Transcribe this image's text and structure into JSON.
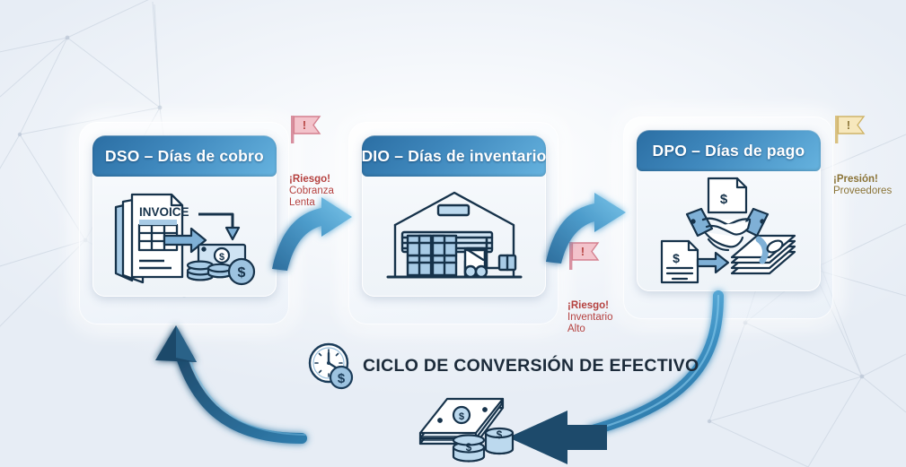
{
  "title": "Ciclo de Conversión de Efectivo",
  "cards": [
    {
      "id": "dso",
      "header": "DSO – Días de cobro",
      "icon": "invoice-to-cash-icon"
    },
    {
      "id": "dio",
      "header": "DIO – Días de inventario",
      "icon": "warehouse-forklift-icon"
    },
    {
      "id": "dpo",
      "header": "DPO – Días de pago",
      "icon": "handshake-payment-icon"
    }
  ],
  "flags": [
    {
      "id": "riesgo-cobranza",
      "icon": "warning-flag-icon",
      "color": "#e9b4bb",
      "title": "¡Riesgo!",
      "lines": "Cobranza\nLenta"
    },
    {
      "id": "riesgo-inventario",
      "icon": "warning-flag-icon",
      "color": "#e9b4bb",
      "title": "¡Riesgo!",
      "lines": "Inventario\nAlto"
    },
    {
      "id": "presion-proveedores",
      "icon": "warning-flag-icon",
      "color": "#f0dda6",
      "title": "¡Presión!",
      "lines": "Proveedores"
    }
  ],
  "caption": {
    "icon": "clock-money-icon",
    "text": "CICLO DE CONVERSIÓN DE EFECTIVO"
  },
  "flow": {
    "arrow_dso_to_dio": "curved-arrow-right",
    "arrow_dio_to_dpo": "curved-arrow-right",
    "arrow_dpo_down": "curved-connector-down",
    "arrow_bottom_left": "straight-arrow-left",
    "arrow_return_up": "curved-arrow-up-left",
    "cash_icon": "cash-stack-icon"
  },
  "colors": {
    "header_dark": "#2b6ea3",
    "header_light": "#66b3df",
    "arrow_light": "#5fb3e0",
    "arrow_dark": "#1f5d86",
    "risk_red": "#b5413f",
    "pressure_gold": "#8a7336",
    "icon_stroke": "#16324a",
    "icon_fill": "#9dc3e0"
  }
}
